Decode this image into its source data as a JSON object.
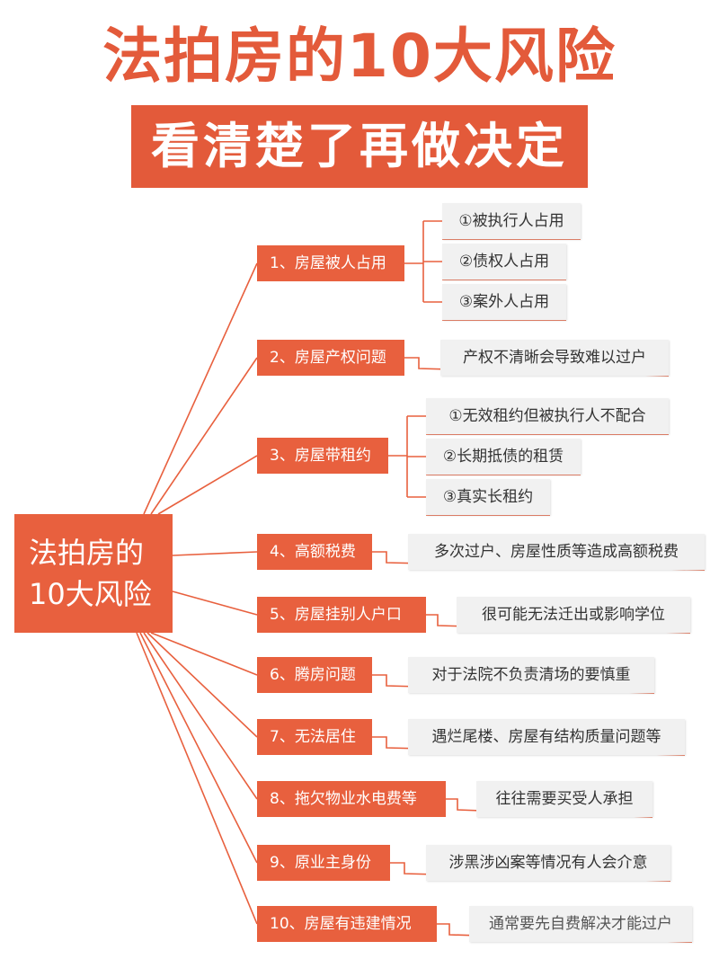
{
  "header": {
    "title": "法拍房的10大风险",
    "subtitle": "看清楚了再做决定"
  },
  "colors": {
    "accent": "#e8603e",
    "line": "#e8603e",
    "leaf_bg": "#f1f1f1"
  },
  "mindmap": {
    "root": {
      "line1": "法拍房的",
      "line2": "10大风险"
    },
    "branches": [
      {
        "label": "1、房屋被人占用",
        "children": [
          "①被执行人占用",
          "②债权人占用",
          "③案外人占用"
        ]
      },
      {
        "label": "2、房屋产权问题",
        "children": [
          "产权不清晰会导致难以过户"
        ]
      },
      {
        "label": "3、房屋带租约",
        "children": [
          "①无效租约但被执行人不配合",
          "②长期抵债的租赁",
          "③真实长租约"
        ]
      },
      {
        "label": "4、高额税费",
        "children": [
          "多次过户、房屋性质等造成高额税费"
        ]
      },
      {
        "label": "5、房屋挂别人户口",
        "children": [
          "很可能无法迁出或影响学位"
        ]
      },
      {
        "label": "6、腾房问题",
        "children": [
          "对于法院不负责清场的要慎重"
        ]
      },
      {
        "label": "7、无法居住",
        "children": [
          "遇烂尾楼、房屋有结构质量问题等"
        ]
      },
      {
        "label": "8、拖欠物业水电费等",
        "children": [
          "往往需要买受人承担"
        ]
      },
      {
        "label": "9、原业主身份",
        "children": [
          "涉黑涉凶案等情况有人会介意"
        ]
      },
      {
        "label": "10、房屋有违建情况",
        "children": [
          "通常要先自费解决才能过户"
        ]
      }
    ]
  }
}
